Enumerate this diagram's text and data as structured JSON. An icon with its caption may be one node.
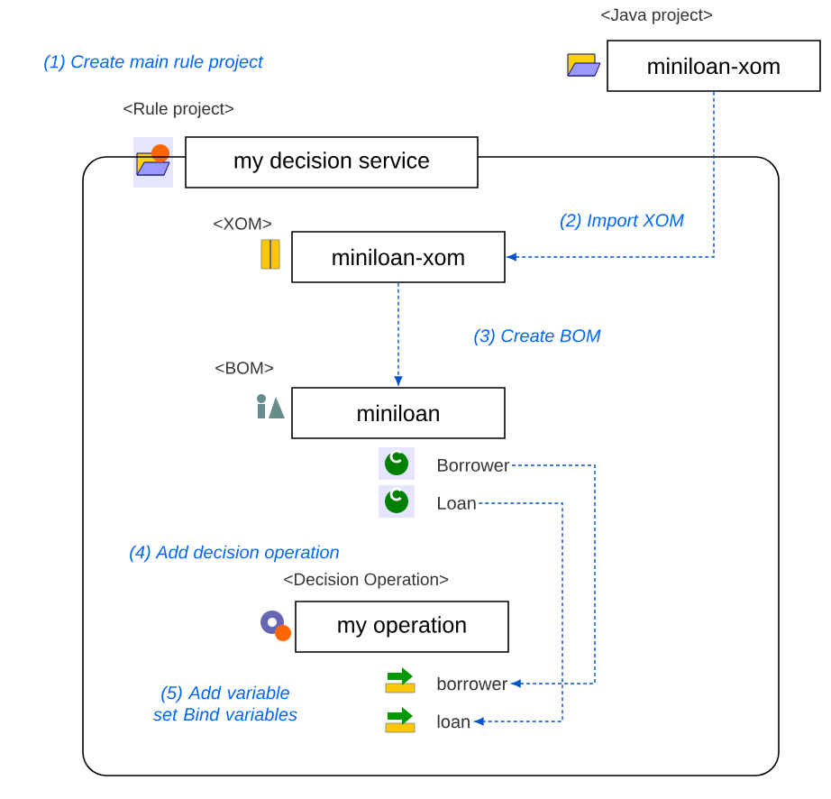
{
  "diagram": {
    "nodes": [
      {
        "text": [
          "miniloan-xom"
        ],
        "beside": [
          "<Java project>"
        ]
      },
      {
        "text": [
          "my decision service"
        ],
        "beside": [
          "<Rule project>"
        ]
      },
      {
        "text": [
          "miniloan-xom"
        ],
        "beside": [
          "<XOM>"
        ],
        "in": 1
      },
      {
        "text": [
          "miniloan"
        ],
        "beside": [
          "<BOM>"
        ],
        "in": 1
      },
      {
        "text": [
          "Borrower"
        ],
        "in": 1
      },
      {
        "text": [
          "Loan"
        ],
        "in": 1
      },
      {
        "text": [
          "my operation"
        ],
        "beside": [
          "<Decision Operation>"
        ],
        "in": 1
      },
      {
        "text": [
          "borrower"
        ],
        "in": 1
      },
      {
        "text": [
          "loan"
        ],
        "in": 1
      }
    ],
    "edges": [
      {
        "from": 0,
        "to": 2,
        "arrow": "to",
        "label": "(2) Import XOM",
        "style": "dashed"
      },
      {
        "from": 2,
        "to": 3,
        "arrow": "to",
        "label": "(3) Create BOM",
        "style": "dashed"
      },
      {
        "from": 4,
        "to": 7,
        "arrow": "to",
        "style": "dashed"
      },
      {
        "from": 5,
        "to": 8,
        "arrow": "to",
        "style": "dashed"
      }
    ],
    "labels": [
      "(1) Create main rule project",
      "(4) Add decision operation",
      "(5) Add variable set Bind variables"
    ]
  }
}
